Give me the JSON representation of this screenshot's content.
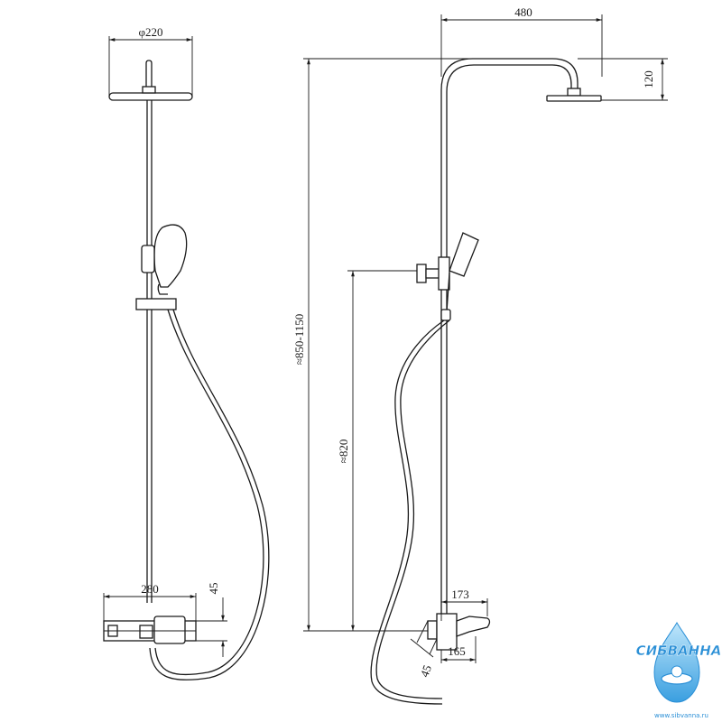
{
  "dimensions": {
    "head_diameter": "φ220",
    "arm_reach": "480",
    "head_height": "120",
    "total_height": "≈850-1150",
    "valve_height": "≈820",
    "thermostat_width": "280",
    "thermostat_depth_front": "45",
    "spout_length_top": "173",
    "spout_length_bottom": "165",
    "thermostat_depth_side": "45"
  },
  "logo": {
    "name": "СИБВАННА",
    "url": "www.sibvanna.ru",
    "colors": {
      "primary": "#2a8fd6",
      "accent": "#8fd0f5"
    }
  }
}
